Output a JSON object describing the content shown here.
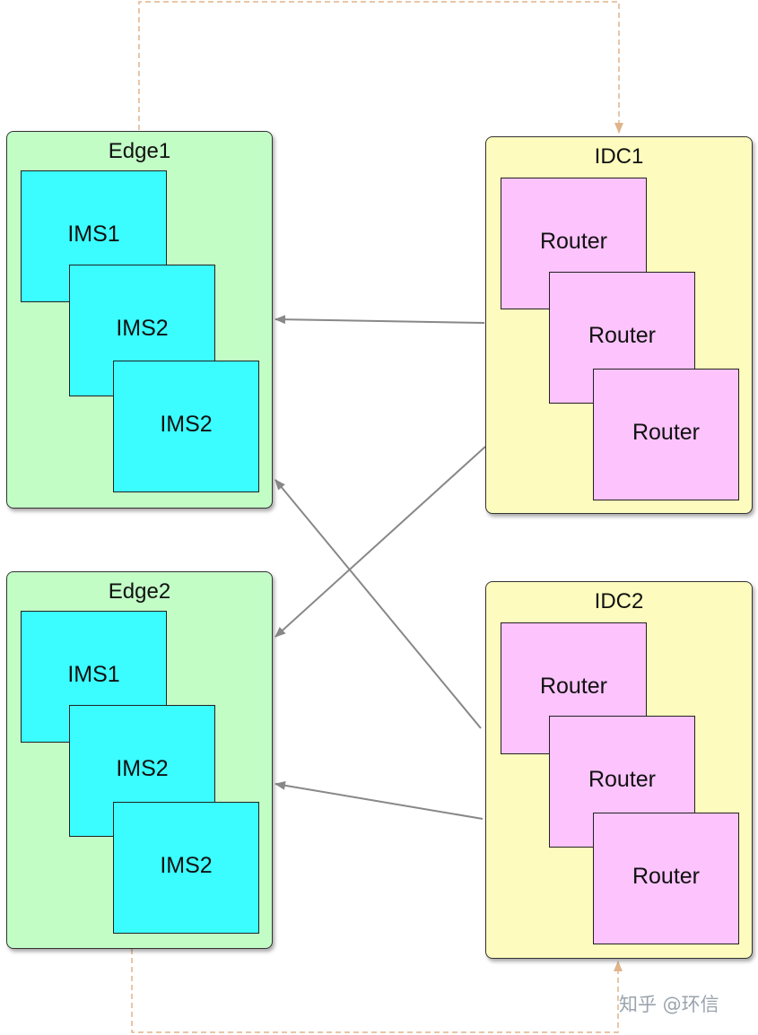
{
  "groups": {
    "edge1": {
      "title": "Edge1",
      "nodes": [
        "IMS1",
        "IMS2",
        "IMS2"
      ]
    },
    "edge2": {
      "title": "Edge2",
      "nodes": [
        "IMS1",
        "IMS2",
        "IMS2"
      ]
    },
    "idc1": {
      "title": "IDC1",
      "nodes": [
        "Router",
        "Router",
        "Router"
      ]
    },
    "idc2": {
      "title": "IDC2",
      "nodes": [
        "Router",
        "Router",
        "Router"
      ]
    }
  },
  "connections": [
    {
      "from": "idc1",
      "to": "edge1",
      "style": "solid"
    },
    {
      "from": "idc1",
      "to": "edge2",
      "style": "solid"
    },
    {
      "from": "idc2",
      "to": "edge1",
      "style": "solid"
    },
    {
      "from": "idc2",
      "to": "edge2",
      "style": "solid"
    },
    {
      "from": "edge1",
      "to": "idc1",
      "style": "dashed"
    },
    {
      "from": "edge2",
      "to": "idc2",
      "style": "dashed"
    }
  ],
  "colors": {
    "edge_fill": "#c2fdc6",
    "idc_fill": "#fdfcbe",
    "ims_fill": "#3bfcfe",
    "router_fill": "#fcc3fc",
    "arrow": "#888888",
    "dashed_arrow": "#e0b48a"
  },
  "watermark": "知乎 @环信"
}
